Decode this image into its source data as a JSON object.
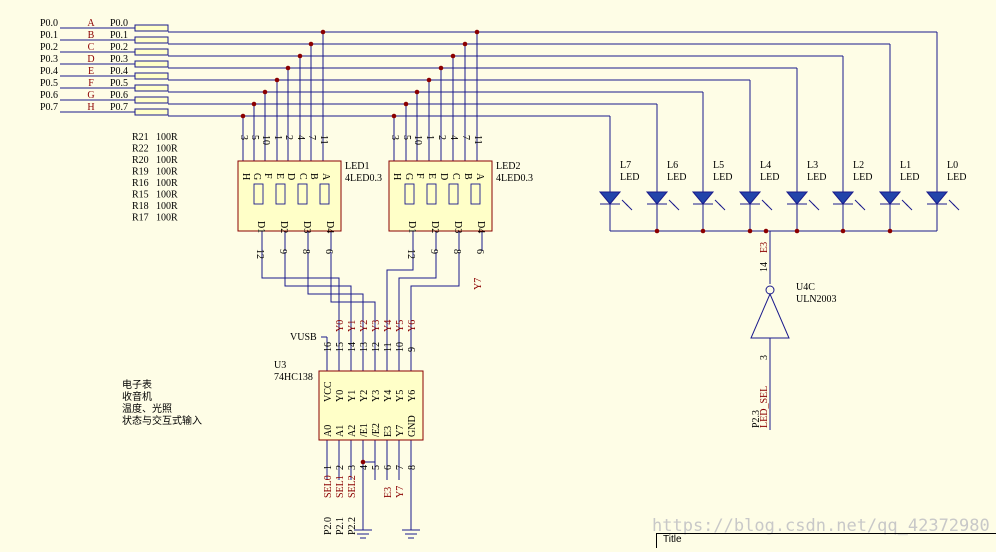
{
  "port_pins": [
    "P0.0",
    "P0.1",
    "P0.2",
    "P0.3",
    "P0.4",
    "P0.5",
    "P0.6",
    "P0.7"
  ],
  "seg_letters": [
    "A",
    "B",
    "C",
    "D",
    "E",
    "F",
    "G",
    "H"
  ],
  "resistors": [
    {
      "name": "R21",
      "value": "100R"
    },
    {
      "name": "R22",
      "value": "100R"
    },
    {
      "name": "R20",
      "value": "100R"
    },
    {
      "name": "R19",
      "value": "100R"
    },
    {
      "name": "R16",
      "value": "100R"
    },
    {
      "name": "R15",
      "value": "100R"
    },
    {
      "name": "R18",
      "value": "100R"
    },
    {
      "name": "R17",
      "value": "100R"
    }
  ],
  "display1": {
    "name": "LED1",
    "part": "4LED0.3"
  },
  "display2": {
    "name": "LED2",
    "part": "4LED0.3"
  },
  "disp_top_pins": [
    "3",
    "5",
    "10",
    "1",
    "2",
    "4",
    "7",
    "11"
  ],
  "disp_top_labels": [
    "H",
    "G",
    "F",
    "E",
    "D",
    "C",
    "B",
    "A"
  ],
  "disp_digits": [
    "D1",
    "D2",
    "D3",
    "D4"
  ],
  "disp1_bottom_pins": [
    "12",
    "9",
    "8",
    "6"
  ],
  "disp2_bottom_pins": [
    "12",
    "9",
    "8",
    "6"
  ],
  "y7_label": "Y7",
  "leds": [
    "L7",
    "L6",
    "L5",
    "L4",
    "L3",
    "L2",
    "L1",
    "L0"
  ],
  "led_part": "LED",
  "driver": {
    "name": "U4C",
    "part": "ULN2003",
    "in_pin": "3",
    "out_pin": "14",
    "out_net": "E3"
  },
  "led_sel": {
    "pin": "P2.3",
    "net": "LED_SEL"
  },
  "decoder": {
    "name": "U3",
    "part": "74HC138",
    "vusb": "VUSB",
    "top_pins": [
      "16",
      "15",
      "14",
      "13",
      "12",
      "11",
      "10",
      "9"
    ],
    "top_inside": [
      "VCC",
      "Y0",
      "Y1",
      "Y2",
      "Y3",
      "Y4",
      "Y5",
      "Y6"
    ],
    "top_nets": [
      "",
      "Y0",
      "Y1",
      "Y2",
      "Y3",
      "Y4",
      "Y5",
      "Y6"
    ],
    "bot_pins": [
      "1",
      "2",
      "3",
      "4",
      "5",
      "6",
      "7",
      "8"
    ],
    "bot_inside": [
      "A0",
      "A1",
      "A2",
      "/E1",
      "/E2",
      "E3",
      "Y7",
      "GND"
    ],
    "bot_nets": [
      "SEL0",
      "SEL1",
      "SEL2",
      "",
      "",
      "E3",
      "Y7",
      ""
    ],
    "ports": [
      "P2.0",
      "P2.1",
      "P2.2"
    ]
  },
  "notes": [
    "电子表",
    "收音机",
    "温度、光照",
    "状态与交互式输入"
  ],
  "watermark": "https://blog.csdn.net/qq_42372980",
  "title_block": "Title"
}
